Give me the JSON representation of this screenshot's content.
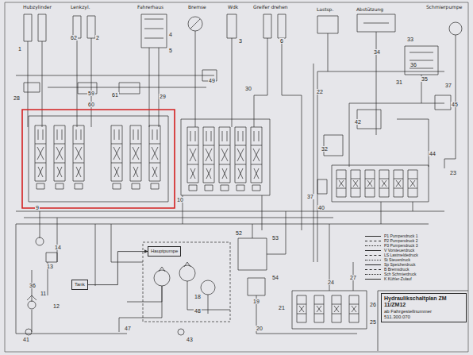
{
  "diagram": {
    "nodes": [
      {
        "text": [
          "Hydraulikschaltplan ZM 11/ZM12",
          "ab Fahrgestellnummer",
          "511.300.070"
        ]
      },
      {
        "text": [
          "Tank"
        ]
      },
      {
        "text": [
          "Hauptpumpe"
        ]
      }
    ],
    "edges": [
      {
        "from": 1,
        "to": 2,
        "arrow": "to"
      }
    ],
    "labels": [
      "Hubzylinder",
      "Lenkzyl.",
      "Fahrerhaus",
      "Bremse",
      "Wdk",
      "Greifer drehen",
      "Lastsp.",
      "Abstützung",
      "Schmierpumpe",
      "1",
      "62",
      "2",
      "4",
      "5",
      "49",
      "3",
      "6",
      "30",
      "34",
      "33",
      "35",
      "36",
      "37",
      "28",
      "59",
      "60",
      "29",
      "61",
      "22",
      "45",
      "31",
      "32",
      "42",
      "44",
      "23",
      "37",
      "9",
      "10",
      "14",
      "13",
      "12",
      "11",
      "36",
      "41",
      "43",
      "47",
      "48",
      "52",
      "53",
      "54",
      "18",
      "19",
      "20",
      "21",
      "26",
      "25",
      "27",
      "24",
      "40"
    ],
    "legend": [
      {
        "text": "P1 Pumpendruck 1"
      },
      {
        "text": "P2 Pumpendruck 2"
      },
      {
        "text": "P3 Pumpendruck 3"
      },
      {
        "text": "V Vorsteuerdruck"
      },
      {
        "text": "LS Lastmeldedruck"
      },
      {
        "text": "St Steuerdruck"
      },
      {
        "text": "Sp Speicherdruck"
      },
      {
        "text": "B Bremsdruck"
      },
      {
        "text": "Sch Schmierdruck"
      },
      {
        "text": "K Kühler-Zulauf"
      }
    ]
  }
}
